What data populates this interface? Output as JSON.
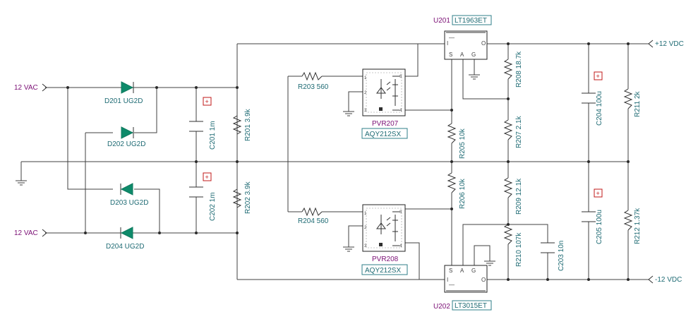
{
  "ports": {
    "ac_top": "12 VAC",
    "ac_bottom": "12 VAC",
    "pos_out": "+12 VDC",
    "neg_out": "-12 VDC"
  },
  "diodes": {
    "d201": "D201 UG2D",
    "d202": "D202 UG2D",
    "d203": "D203 UG2D",
    "d204": "D204 UG2D"
  },
  "capacitors": {
    "c201": "C201 1m",
    "c202": "C202 1m",
    "c203": "C203 10n",
    "c204": "C204 100u",
    "c205": "C205 100u"
  },
  "resistors": {
    "r201": "R201 3.9k",
    "r202": "R202 3.9k",
    "r203": "R203 560",
    "r204": "R204 560",
    "r205": "R205 10k",
    "r206": "R206 10k",
    "r207": "R207 2.1k",
    "r208": "R208 18.7k",
    "r209": "R209 12.1k",
    "r210": "R210 107k",
    "r211": "R211 2k",
    "r212": "R212 1.37k"
  },
  "relays": {
    "pvr207": {
      "ref": "PVR207",
      "part": "AQY212SX"
    },
    "pvr208": {
      "ref": "PVR208",
      "part": "AQY212SX"
    }
  },
  "regulators": {
    "u201": {
      "ref": "U201",
      "part": "LT1963ET",
      "pins": [
        "I",
        "S",
        "A",
        "G",
        "O",
        "—"
      ]
    },
    "u202": {
      "ref": "U202",
      "part": "LT3015ET",
      "pins": [
        "S",
        "A",
        "G",
        "—",
        "I",
        "O"
      ]
    }
  },
  "polarity_mark": "+",
  "colors": {
    "label": "#1f6b74",
    "ref": "#7b0f75",
    "diode": "#0e8a6a",
    "polarity": "#c01818"
  }
}
